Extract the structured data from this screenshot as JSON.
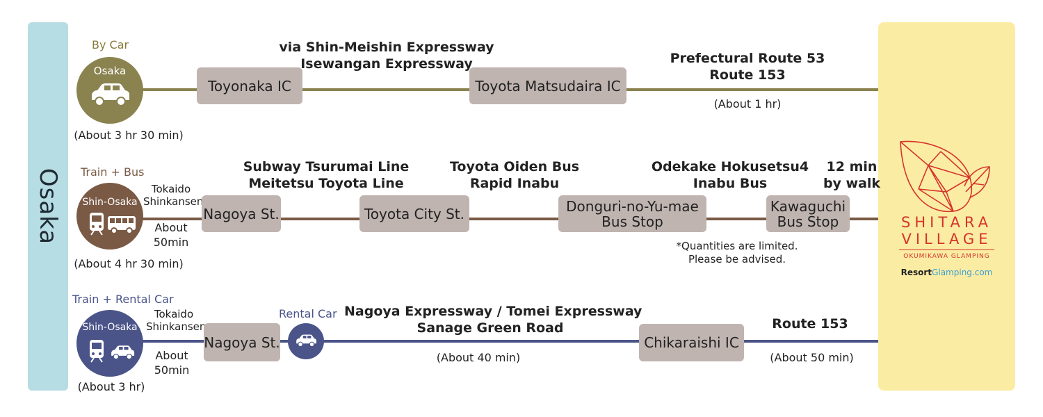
{
  "origin": {
    "label": "Osaka"
  },
  "destination": {
    "logo_line1": "SHITARA",
    "logo_line2": "VILLAGE",
    "logo_sub": "OKUMIKAWA GLAMPING",
    "site_part1": "Resort",
    "site_part2": "Glamping.com"
  },
  "colors": {
    "car": "#8a8350",
    "train_bus": "#7a5a45",
    "rental": "#4a5488",
    "box": "#bfb4b0"
  },
  "car_route": {
    "title": "By Car",
    "circle_label": "Osaka",
    "icon": "car-icon",
    "total_time": "(About 3 hr 30 min)",
    "via_line1": "via Shin-Meishin Expressway",
    "via_line2": "Isewangan Expressway",
    "stop1": "Toyonaka IC",
    "stop2": "Toyota Matsudaira IC",
    "road_line1": "Prefectural Route 53",
    "road_line2": "Route 153",
    "last_time": "(About 1 hr)"
  },
  "train_bus_route": {
    "title": "Train + Bus",
    "circle_label": "Shin-Osaka",
    "icons": [
      "train-icon",
      "bus-icon"
    ],
    "total_time": "(About 4 hr 30 min)",
    "rail_line1": "Tokaido",
    "rail_line2": "Shinkansen",
    "rail_time1": "About",
    "rail_time2": "50min",
    "stop1": "Nagoya St.",
    "line_a1": "Subway Tsurumai Line",
    "line_a2": "Meitetsu Toyota Line",
    "stop2": "Toyota City St.",
    "line_b1": "Toyota Oiden Bus",
    "line_b2": "Rapid Inabu",
    "stop3_line1": "Donguri-no-Yu-mae",
    "stop3_line2": "Bus Stop",
    "line_c1": "Odekake Hokusetsu4",
    "line_c2": "Inabu Bus",
    "stop4_line1": "Kawaguchi",
    "stop4_line2": "Bus Stop",
    "walk1": "12 min",
    "walk2": "by walk",
    "note1": "*Quantities are limited.",
    "note2": "Please be advised."
  },
  "rental_route": {
    "title": "Train + Rental Car",
    "circle_label": "Shin-Osaka",
    "icons": [
      "train-icon",
      "car-icon"
    ],
    "total_time": "(About 3 hr)",
    "rail_line1": "Tokaido",
    "rail_line2": "Shinkansen",
    "rail_time1": "About",
    "rail_time2": "50min",
    "stop1": "Nagoya St.",
    "rental_label": "Rental Car",
    "road_line1": "Nagoya Expressway / Tomei Expressway",
    "road_line2": "Sanage Green Road",
    "mid_time": "(About 40 min)",
    "stop2": "Chikaraishi IC",
    "last_road": "Route 153",
    "last_time": "(About 50 min)"
  }
}
